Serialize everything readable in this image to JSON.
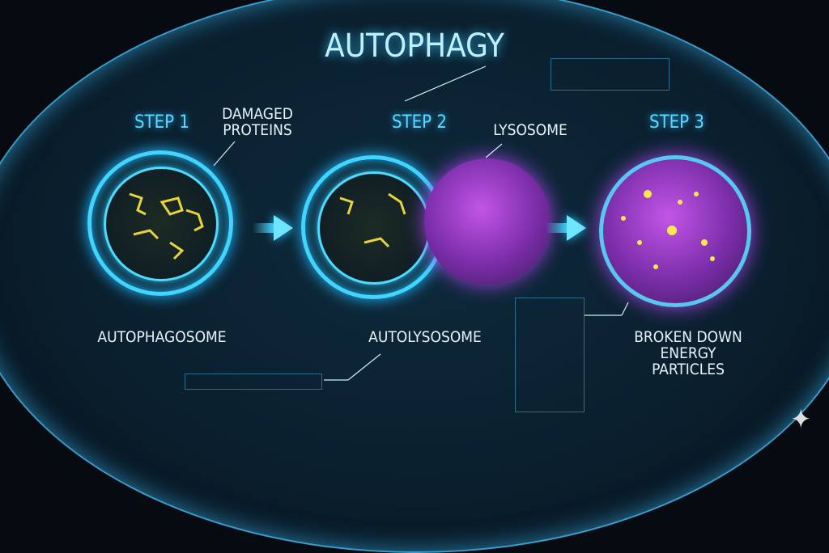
{
  "title": "AUTOPHAGY",
  "steps": [
    {
      "label": "STEP 1",
      "callout": "DAMAGED PROTEINS",
      "caption": "AUTOPHAGOSOME"
    },
    {
      "label": "STEP 2",
      "callout": "LYSOSOME",
      "caption": "AUTOLYSOSOME"
    },
    {
      "label": "STEP 3",
      "caption": "BROKEN DOWN ENERGY PARTICLES"
    }
  ],
  "colors": {
    "membrane": "#3fd5ff",
    "proteins": "#e8d43a",
    "lysosome": "#b04ee0",
    "background": "#0a1f2e"
  },
  "watermark_icon": "sparkle-icon"
}
